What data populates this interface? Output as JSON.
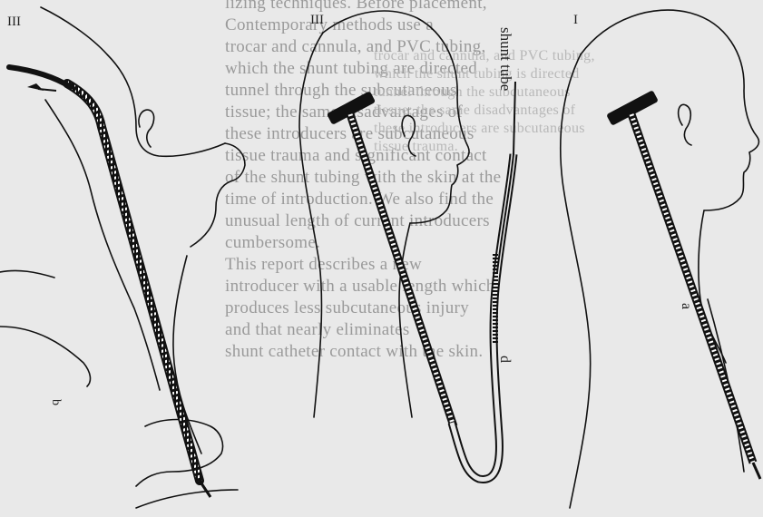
{
  "background_text": {
    "column_1": [
      "lizing techniques. Before placement,",
      "Contemporary methods use a",
      "trocar and cannula, and PVC tubing,",
      "which the shunt tubing are directed",
      "tunnel through the subcutaneous",
      "tissue; the same disadvantages of",
      "these introducers are subcutaneous",
      "tissue trauma and significant contact",
      "of the shunt tubing with the skin at the",
      "time of introduction. We also find the",
      "unusual length of current introducers",
      "cumbersome.",
      "This report describes a new",
      "introducer with a usable length which",
      "produces less subcutaneous injury",
      "and that nearly eliminates",
      "shunt catheter contact with the skin."
    ],
    "column_2": [
      "",
      "",
      "",
      "trocar and cannula, and PVC tubing,",
      "which the shunt tubing is directed",
      "tunnel through the subcutaneous",
      "tissue; the same disadvantages of",
      "these introducers are subcutaneous",
      "tissue trauma."
    ]
  },
  "figure": {
    "panel_labels": [
      "III",
      "III",
      "I"
    ],
    "shunt_label": "shunt tube",
    "part_labels": [
      "b",
      "d",
      "a"
    ],
    "colors": {
      "ink": "#111111",
      "paper": "#e9e9e9",
      "faded_text": "#9a9a9a"
    }
  }
}
